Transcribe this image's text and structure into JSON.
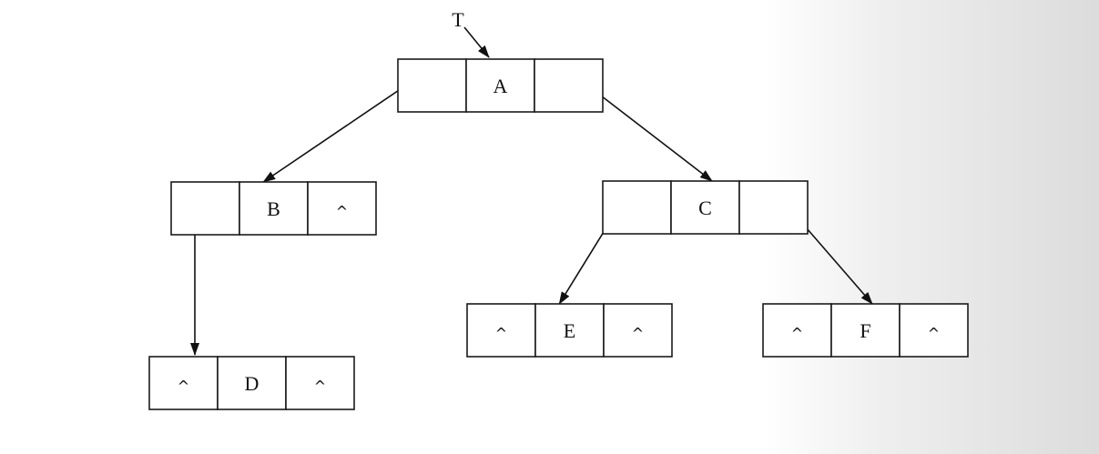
{
  "root_pointer": "T",
  "null_symbol": "^",
  "nodes": [
    {
      "id": "A",
      "left": null,
      "right": null
    },
    {
      "id": "B",
      "left": null,
      "right": "^"
    },
    {
      "id": "C",
      "left": null,
      "right": null
    },
    {
      "id": "D",
      "left": "^",
      "right": "^"
    },
    {
      "id": "E",
      "left": "^",
      "right": "^"
    },
    {
      "id": "F",
      "left": "^",
      "right": "^"
    }
  ],
  "edges": [
    {
      "from": "A",
      "side": "left",
      "to": "B"
    },
    {
      "from": "A",
      "side": "right",
      "to": "C"
    },
    {
      "from": "B",
      "side": "left",
      "to": "D"
    },
    {
      "from": "C",
      "side": "left",
      "to": "E"
    },
    {
      "from": "C",
      "side": "right",
      "to": "F"
    }
  ]
}
